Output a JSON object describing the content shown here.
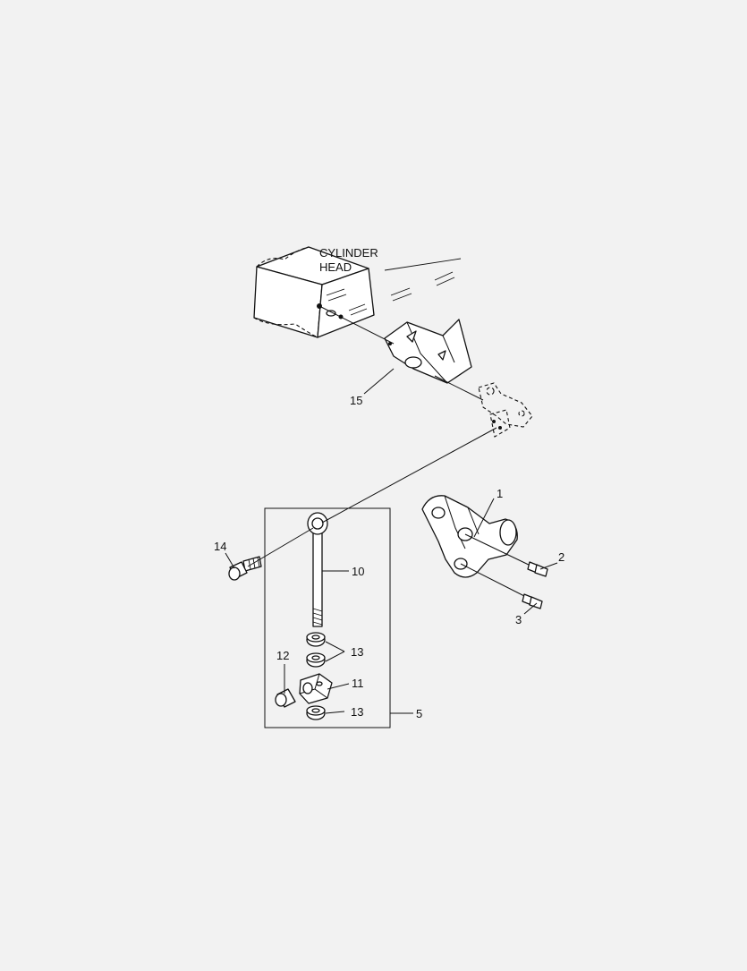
{
  "diagram": {
    "head_label_line1": "CYLINDER",
    "head_label_line2": "HEAD",
    "callouts": {
      "c1": "1",
      "c2": "2",
      "c3": "3",
      "c5": "5",
      "c10": "10",
      "c11": "11",
      "c12": "12",
      "c13a": "13",
      "c13b": "13",
      "c14": "14",
      "c15": "15"
    }
  }
}
